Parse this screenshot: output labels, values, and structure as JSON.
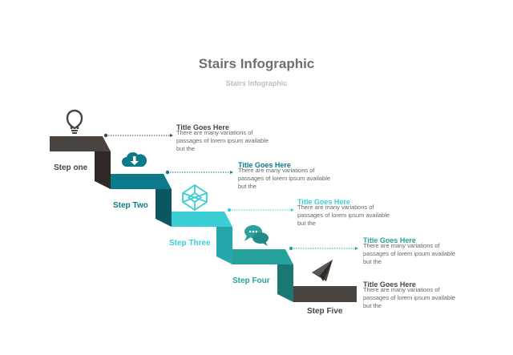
{
  "header": {
    "title": "Stairs Infographic",
    "subtitle": "Stairs Infographic"
  },
  "colors": {
    "dark": "#4a4440",
    "dark_side": "#2e2926",
    "teal_dark": "#0d7a8a",
    "teal_dark_side": "#0a5663",
    "cyan": "#3bcfd5",
    "cyan_side": "#27a6ad",
    "teal_mid": "#28a19c",
    "teal_mid_side": "#1a7773",
    "muted_text": "#666666"
  },
  "steps": [
    {
      "label": "Step one",
      "icon": "lightbulb-icon",
      "title": "Title Goes Here",
      "text": "There are many variations of passages of lorem ipsum available but the"
    },
    {
      "label": "Step Two",
      "icon": "cloud-download-icon",
      "title": "Title Goes Here",
      "text": "There are many variations of passages of lorem ipsum available but the"
    },
    {
      "label": "Step Three",
      "icon": "codepen-icon",
      "title": "Title Goes Here",
      "text": "There are many variations of passages of lorem ipsum available but the"
    },
    {
      "label": "Step Four",
      "icon": "chat-bubbles-icon",
      "title": "Title Goes Here",
      "text": "There are many variations of passages of lorem ipsum available but the"
    },
    {
      "label": "Step Five",
      "icon": "paper-plane-icon",
      "title": "Title Goes Here",
      "text": "There are many variations of passages of lorem ipsum available but the"
    }
  ]
}
